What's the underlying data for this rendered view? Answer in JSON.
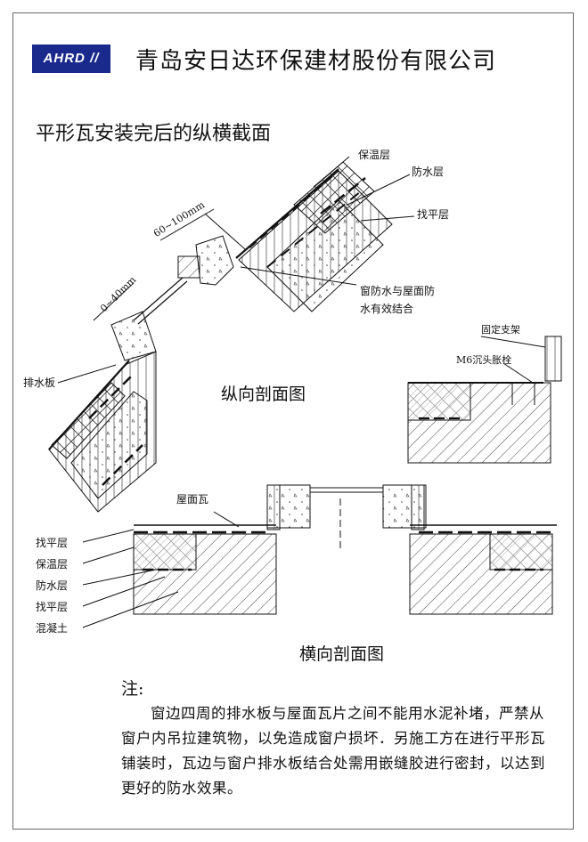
{
  "logo": "AHRD",
  "company": "青岛安日达环保建材股份有限公司",
  "title": "平形瓦安装完后的纵横截面",
  "longitudinal": {
    "caption": "纵向剖面图",
    "labels": {
      "insulation": "保温层",
      "waterproof": "防水层",
      "leveling": "找平层",
      "window_joint_line1": "窗防水与屋面防",
      "window_joint_line2": "水有效结合",
      "drain_board": "排水板",
      "dim_top": "60~100mm",
      "dim_side": "0~40mm",
      "bracket": "固定支架",
      "bolt": "M6沉头胀栓"
    }
  },
  "transverse": {
    "caption": "横向剖面图",
    "roof_tile": "屋面瓦",
    "legend": [
      "找平层",
      "保温层",
      "防水层",
      "找平层",
      "混凝土"
    ]
  },
  "note": {
    "head": "注:",
    "text": "窗边四周的排水板与屋面瓦片之间不能用水泥补堵，严禁从窗户内吊拉建筑物，以免造成窗户损坏．另施工方在进行平形瓦铺装时，瓦边与窗户排水板结合处需用嵌缝胶进行密封，以达到更好的防水效果。"
  },
  "colors": {
    "logo_bg": "#1a2a8c",
    "line": "#111111"
  }
}
